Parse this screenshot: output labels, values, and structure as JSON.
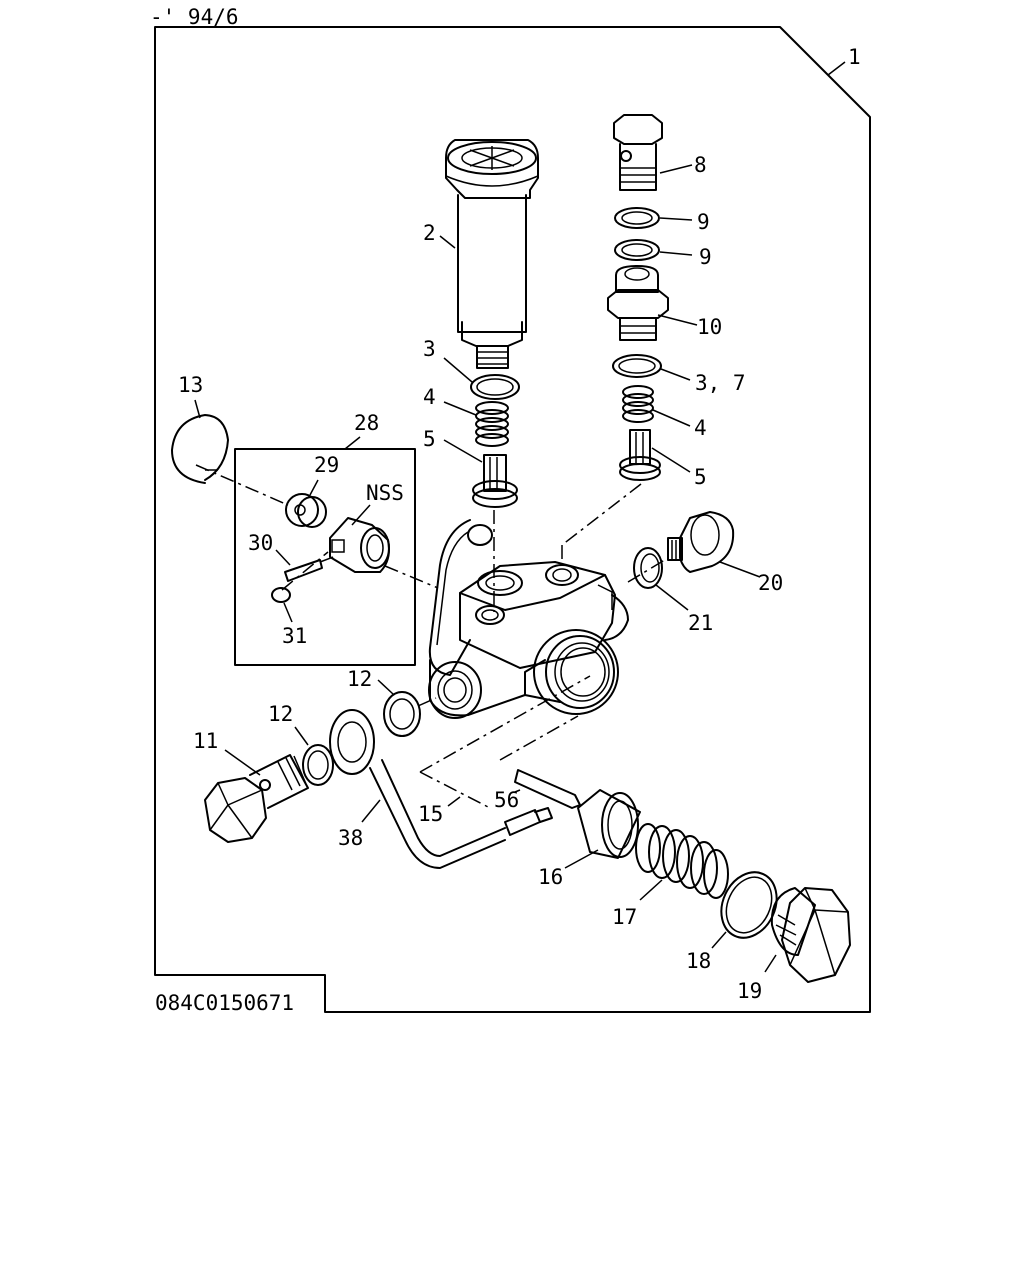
{
  "header": {
    "date_code": "-' 94/6"
  },
  "footer": {
    "drawing_number": "084C0150671"
  },
  "callouts": {
    "c1": "1",
    "c2": "2",
    "c3a": "3",
    "c4a": "4",
    "c5a": "5",
    "c8": "8",
    "c9a": "9",
    "c9b": "9",
    "c10": "10",
    "c37": "3, 7",
    "c4b": "4",
    "c5b": "5",
    "c13": "13",
    "c28": "28",
    "c29": "29",
    "nss": "NSS",
    "c30": "30",
    "c31": "31",
    "c20": "20",
    "c21": "21",
    "c12a": "12",
    "c12b": "12",
    "c11": "11",
    "c38": "38",
    "c15": "15",
    "c56": "56",
    "c16": "16",
    "c17": "17",
    "c18": "18",
    "c19": "19"
  }
}
